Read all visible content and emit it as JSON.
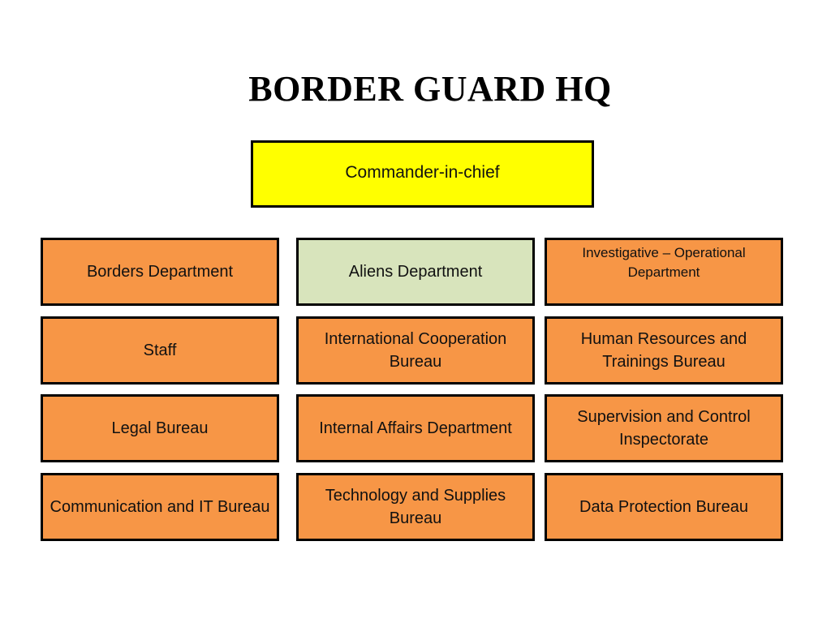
{
  "title": "BORDER GUARD HQ",
  "colors": {
    "chief_fill": "#ffff00",
    "department_fill": "#f79646",
    "highlight_fill": "#d8e4bc",
    "border": "#000000"
  },
  "chief": {
    "label": "Commander-in-chief"
  },
  "units": [
    {
      "id": "borders-department",
      "label": "Borders Department",
      "highlighted": false
    },
    {
      "id": "aliens-department",
      "label": "Aliens Department",
      "highlighted": true
    },
    {
      "id": "investigative-operational-department",
      "label": "Investigative – Operational Department",
      "highlighted": false
    },
    {
      "id": "staff",
      "label": "Staff",
      "highlighted": false
    },
    {
      "id": "international-cooperation-bureau",
      "label": "International Cooperation Bureau",
      "highlighted": false
    },
    {
      "id": "human-resources-trainings-bureau",
      "label": "Human Resources and Trainings Bureau",
      "highlighted": false
    },
    {
      "id": "legal-bureau",
      "label": "Legal Bureau",
      "highlighted": false
    },
    {
      "id": "internal-affairs-department",
      "label": "Internal Affairs Department",
      "highlighted": false
    },
    {
      "id": "supervision-control-inspectorate",
      "label": "Supervision and Control Inspectorate",
      "highlighted": false
    },
    {
      "id": "communication-it-bureau",
      "label": "Communication and IT Bureau",
      "highlighted": false
    },
    {
      "id": "technology-supplies-bureau",
      "label": "Technology and Supplies Bureau",
      "highlighted": false
    },
    {
      "id": "data-protection-bureau",
      "label": "Data Protection Bureau",
      "highlighted": false
    }
  ]
}
